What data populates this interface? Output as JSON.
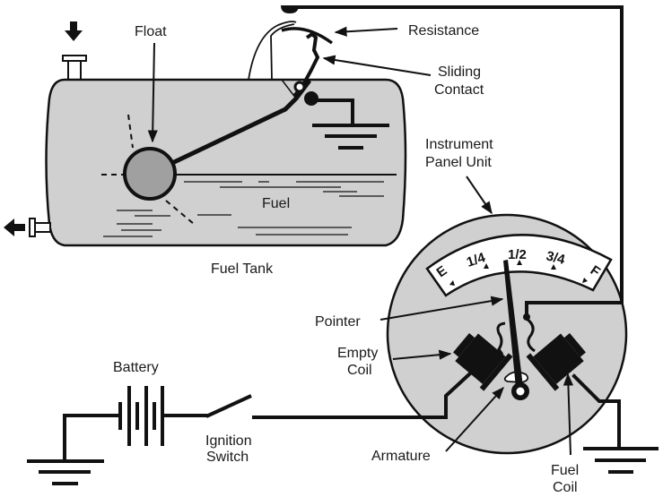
{
  "diagram": {
    "title": "Fuel gauge circuit",
    "colors": {
      "tank_fill": "#d0d0d0",
      "float_fill": "#a0a0a0",
      "gauge_fill": "#d0d0d0",
      "line": "#111111",
      "background": "#ffffff"
    },
    "labels": {
      "float": "Float",
      "resistance": "Resistance",
      "sliding_contact_1": "Sliding",
      "sliding_contact_2": "Contact",
      "fuel": "Fuel",
      "fuel_tank": "Fuel Tank",
      "instrument_panel_1": "Instrument",
      "instrument_panel_2": "Panel Unit",
      "pointer": "Pointer",
      "empty_coil_1": "Empty",
      "empty_coil_2": "Coil",
      "battery": "Battery",
      "ignition_switch_1": "Ignition",
      "ignition_switch_2": "Switch",
      "armature": "Armature",
      "fuel_coil_1": "Fuel",
      "fuel_coil_2": "Coil"
    },
    "gauge_scale": {
      "marks": [
        "E",
        "1/4",
        "1/2",
        "3/4",
        "F"
      ],
      "pointer_reading": "1/2"
    },
    "icons": {
      "inlet_arrow": "arrow-down-icon",
      "outlet_arrow": "arrow-left-icon",
      "ground_symbols": [
        "ground-tank-icon",
        "ground-battery-icon",
        "ground-gauge-icon"
      ],
      "battery_symbol": "battery-icon",
      "switch_symbol": "open-switch-icon"
    }
  }
}
